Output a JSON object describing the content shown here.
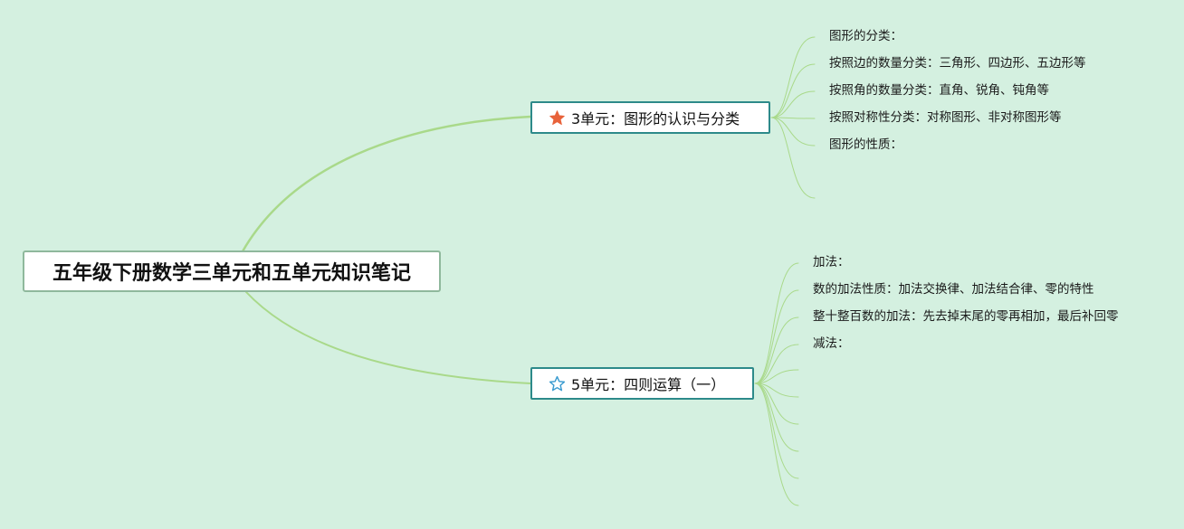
{
  "root": {
    "label": "五年级下册数学三单元和五单元知识笔记"
  },
  "branches": [
    {
      "label": "3单元：图形的认识与分类",
      "icon": "star-filled-icon",
      "icon_color": "#e8623a",
      "items": [
        "图形的分类：",
        "按照边的数量分类：三角形、四边形、五边形等",
        "按照角的数量分类：直角、锐角、钝角等",
        "按照对称性分类：对称图形、非对称图形等",
        "图形的性质：",
        ""
      ]
    },
    {
      "label": "5单元：四则运算（一）",
      "icon": "star-outline-icon",
      "icon_color": "#3a9bd0",
      "items": [
        "加法：",
        "数的加法性质：加法交换律、加法结合律、零的特性",
        "整十整百数的加法：先去掉末尾的零再相加，最后补回零",
        "减法：",
        "",
        "",
        "",
        "",
        "",
        ""
      ]
    }
  ],
  "colors": {
    "background": "#d4f0e0",
    "link": "#a9d98a",
    "root_border": "#8fb89c",
    "branch_border": "#2d8a8a"
  }
}
